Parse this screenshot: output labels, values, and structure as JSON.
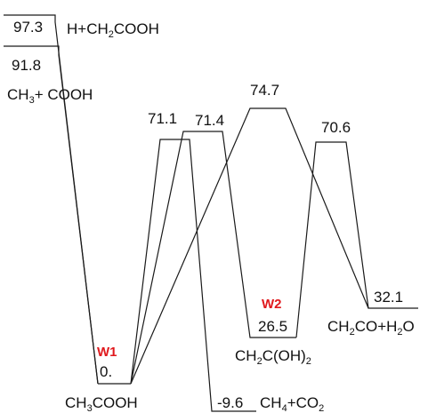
{
  "energies": {
    "e_h_ch2cooh": "97.3",
    "e_ch3_cooh": "91.8",
    "e_ts1": "71.1",
    "e_ts2": "71.4",
    "e_ts3": "74.7",
    "e_ts4": "70.6",
    "e_w2": "26.5",
    "e_ch2co_h2o": "32.1",
    "e_w1": "0.",
    "e_ch4_co2": "-9.6"
  },
  "species": {
    "h_ch2cooh": {
      "a": "H+CH",
      "sub": "2",
      "b": "COOH"
    },
    "ch3_cooh": {
      "a": "CH",
      "sub": "3",
      "b": "+ COOH"
    },
    "ch3cooh": {
      "a": "CH",
      "sub": "3",
      "b": "COOH"
    },
    "ch2coh2": {
      "a": "CH",
      "sub": "2",
      "b": "C(OH)",
      "sub2": "2"
    },
    "ch2co_h2o": {
      "a": "CH",
      "sub": "2",
      "b": "CO+H",
      "sub2": "2",
      "c": "O"
    },
    "ch4_co2": {
      "a": "CH",
      "sub": "4",
      "b": "+CO",
      "sub2": "2"
    }
  },
  "wells": {
    "w1": "W1",
    "w2": "W2"
  },
  "colors": {
    "well_label": "#e0191d",
    "line": "#1a1a1a"
  }
}
